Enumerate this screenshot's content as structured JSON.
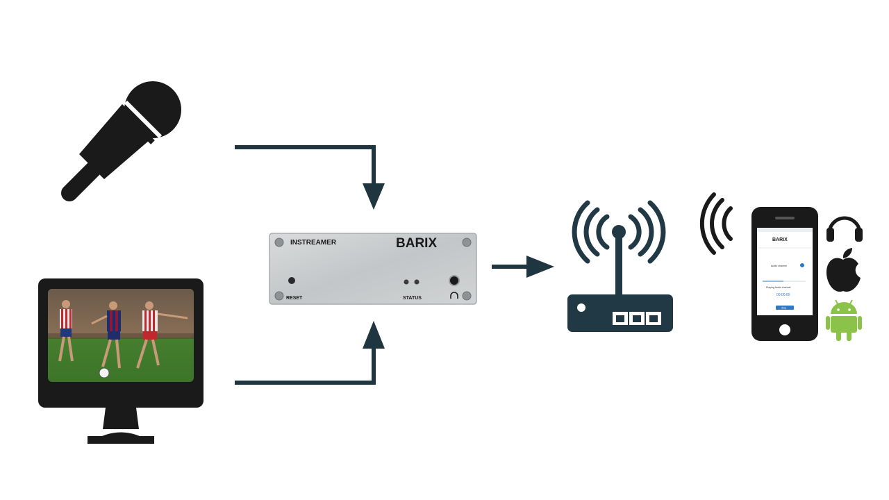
{
  "device": {
    "model": "INSTREAMER",
    "brand": "BARIX",
    "reset_label": "RESET",
    "status_label": "STATUS"
  },
  "phone": {
    "app_brand": "BARIX",
    "channel_label": "Audio channel",
    "playing_label": "Playing Audio channel",
    "time": "00:00:00",
    "button_label": "Stop"
  },
  "icons": [
    "microphone-icon",
    "monitor-icon",
    "wifi-router-icon",
    "smartphone-icon",
    "headphones-icon",
    "apple-icon",
    "android-icon"
  ],
  "colors": {
    "arrow": "#1f3540",
    "router": "#213845",
    "icon": "#1a1a1a",
    "android": "#8bc34a",
    "device": "#c9ccce",
    "app_button": "#2f78c4"
  }
}
